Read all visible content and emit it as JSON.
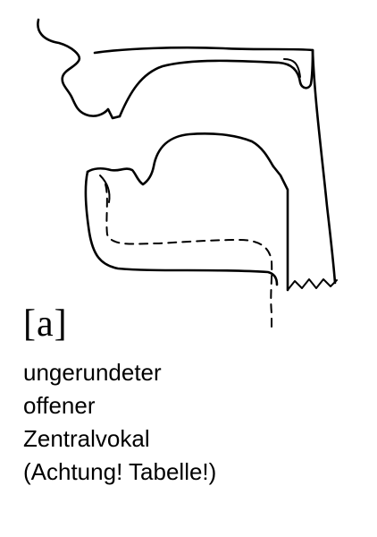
{
  "symbol": "[a]",
  "description": {
    "line1": "ungerundeter",
    "line2": "offener",
    "line3": "Zentralvokal",
    "line4": "(Achtung! Tabelle!)"
  }
}
